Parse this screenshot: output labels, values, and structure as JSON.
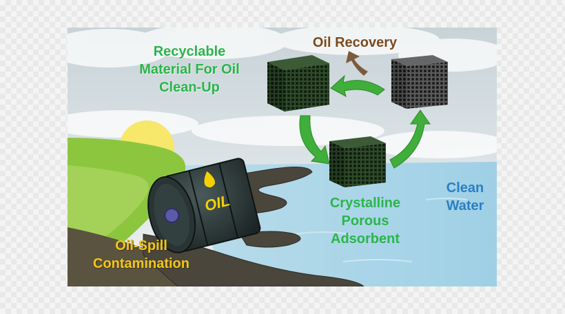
{
  "labels": {
    "recyclable": [
      "Recyclable",
      "Material For Oil",
      "Clean-Up"
    ],
    "oil_recovery": "Oil Recovery",
    "crystalline": [
      "Crystalline",
      "Porous",
      "Adsorbent"
    ],
    "clean_water": [
      "Clean",
      "Water"
    ],
    "oil_spill": [
      "Oil-Spill",
      "Contamination"
    ],
    "barrel_text": "OIL"
  },
  "colors": {
    "green_label": "#2bb54a",
    "brown_label": "#7a4a1c",
    "blue_label": "#2a7fc4",
    "yellow_label": "#f5c518",
    "arrow_green": "#3fae3a",
    "arrow_brown": "#7d5a3c",
    "water": "#a9d6e5",
    "grass": "#8cc63f",
    "oil": "#3a3a36"
  },
  "icons": [
    "oil-barrel-icon",
    "oil-drop-icon",
    "sun-icon",
    "porous-cube-icon",
    "cycle-arrow-icon"
  ]
}
